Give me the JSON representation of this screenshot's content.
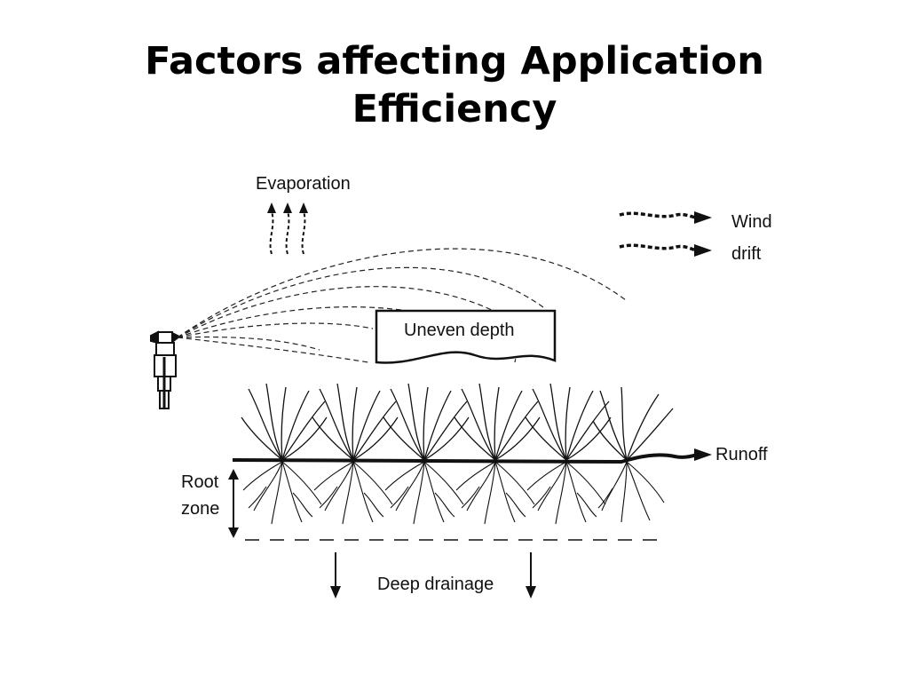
{
  "slide": {
    "title_line1": "Factors affecting Application",
    "title_line2": "Efficiency"
  },
  "diagram": {
    "labels": {
      "evaporation": "Evaporation",
      "wind": "Wind",
      "drift": "drift",
      "uneven_depth": "Uneven depth",
      "runoff": "Runoff",
      "root": "Root",
      "zone": "zone",
      "deep_drainage": "Deep drainage"
    },
    "colors": {
      "ink": "#111111",
      "background": "#ffffff"
    }
  }
}
